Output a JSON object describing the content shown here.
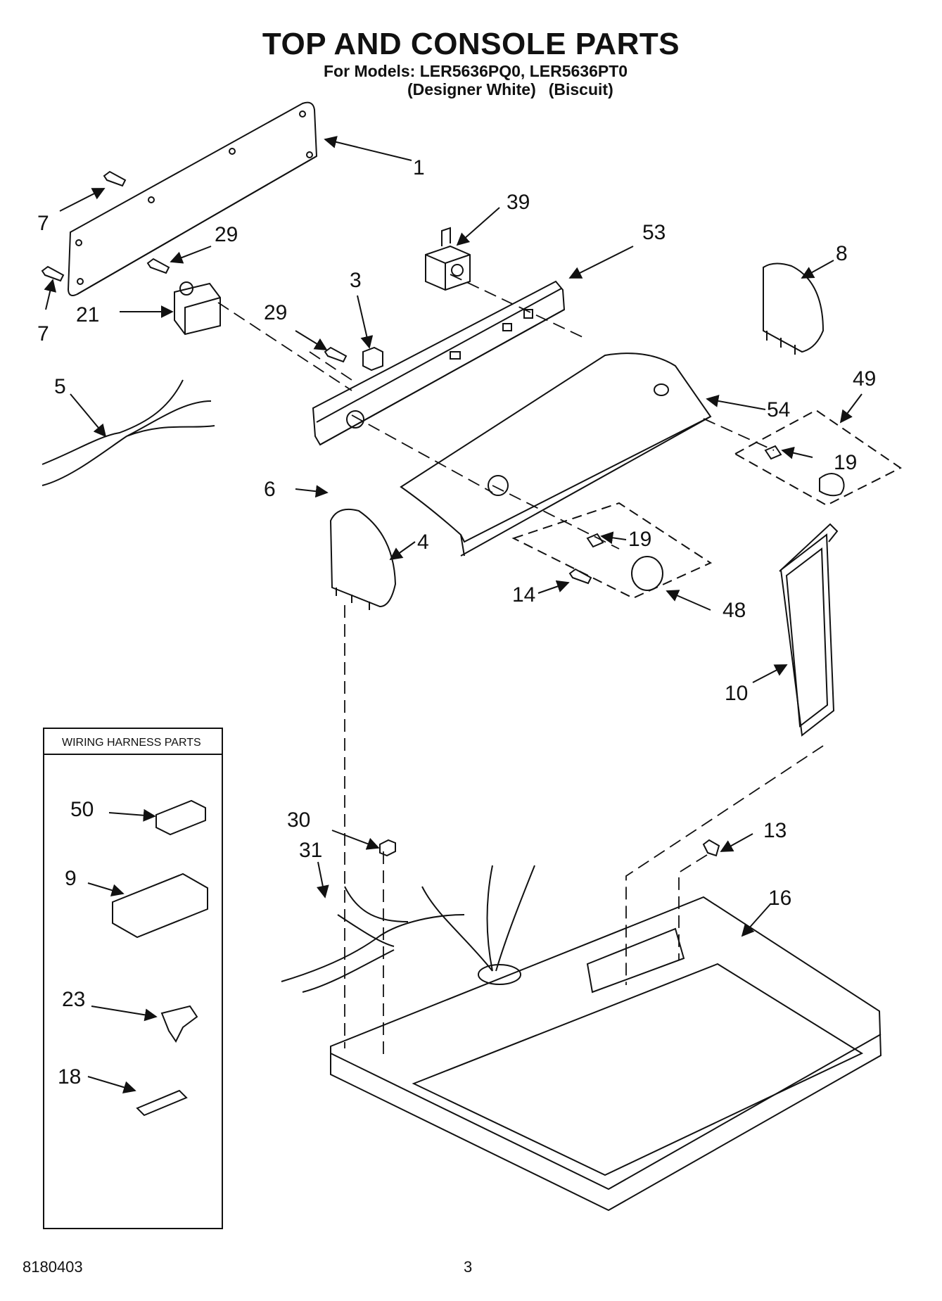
{
  "header": {
    "title": "TOP AND CONSOLE PARTS",
    "models": "For Models: LER5636PQ0, LER5636PT0",
    "color_1": "(Designer White)",
    "color_2": "(Biscuit)"
  },
  "wiring_box": {
    "title": "WIRING HARNESS PARTS"
  },
  "callouts": {
    "c1": "1",
    "c7a": "7",
    "c7b": "7",
    "c29a": "29",
    "c29b": "29",
    "c21": "21",
    "c3": "3",
    "c39": "39",
    "c53": "53",
    "c8": "8",
    "c5": "5",
    "c49": "49",
    "c54": "54",
    "c19a": "19",
    "c19b": "19",
    "c6": "6",
    "c4": "4",
    "c14": "14",
    "c48": "48",
    "c10": "10",
    "c50": "50",
    "c9": "9",
    "c23": "23",
    "c18": "18",
    "c30": "30",
    "c31": "31",
    "c13": "13",
    "c16": "16"
  },
  "footer": {
    "doc_number": "8180403",
    "page_number": "3"
  }
}
